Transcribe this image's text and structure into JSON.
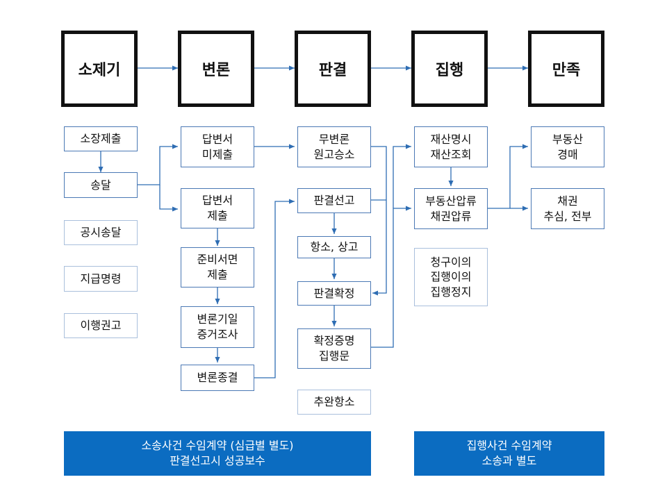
{
  "stages": [
    {
      "label": "소제기"
    },
    {
      "label": "변론"
    },
    {
      "label": "판결"
    },
    {
      "label": "집행"
    },
    {
      "label": "만족"
    }
  ],
  "nodes": {
    "c1": [
      "소장제출",
      "송달",
      "공시송달",
      "지급명령",
      "이행권고"
    ],
    "c2": [
      "답변서\n미제출",
      "답변서\n제출",
      "준비서면\n제출",
      "변론기일\n증거조사",
      "변론종결"
    ],
    "c3": [
      "무변론\n원고승소",
      "판결선고",
      "항소, 상고",
      "판결확정",
      "확정증명\n집행문",
      "추완항소"
    ],
    "c4": [
      "재산명시\n재산조회",
      "부동산압류\n채권압류",
      "청구이의\n집행이의\n집행정지"
    ],
    "c5": [
      "부동산\n경매",
      "채권\n추심, 전부"
    ]
  },
  "banners": {
    "litigation": "소송사건 수임계약 (심급별 별도)\n판결선고시 성공보수",
    "execution": "집행사건 수임계약\n소송과 별도"
  },
  "colors": {
    "stage_border": "#111111",
    "node_border": "#4a78b4",
    "node_border_muted": "#a9bfdc",
    "arrow": "#2e6db3",
    "banner_bg": "#0b6cc1",
    "banner_text": "#ffffff"
  }
}
